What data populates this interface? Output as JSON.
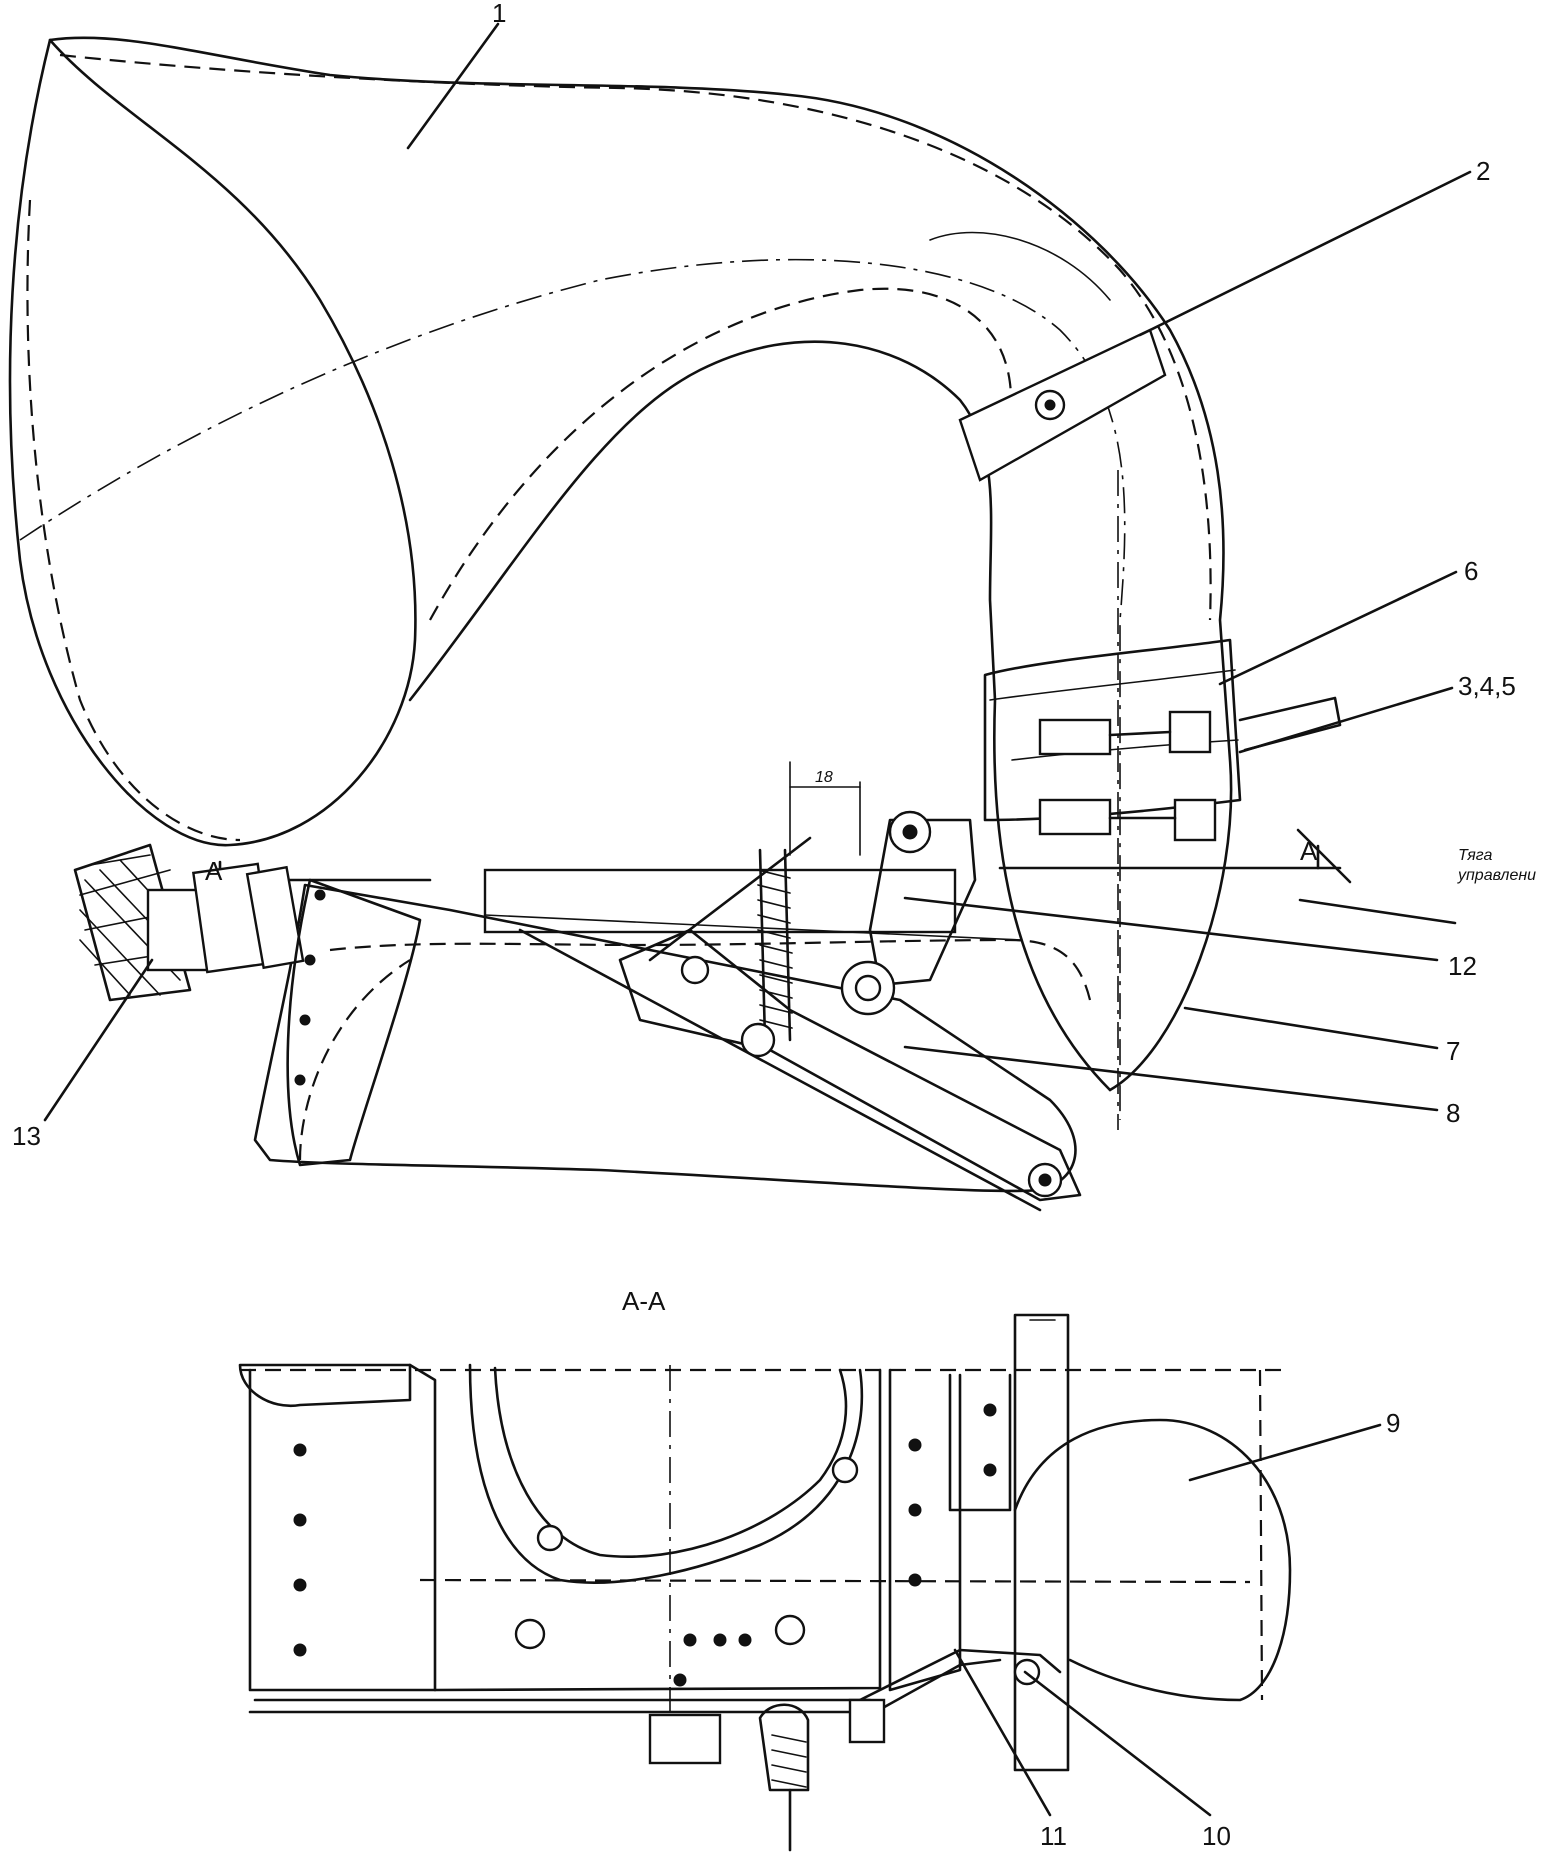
{
  "callouts": [
    {
      "id": "1",
      "text": "1"
    },
    {
      "id": "2",
      "text": "2"
    },
    {
      "id": "6",
      "text": "6"
    },
    {
      "id": "345",
      "text": "3,4,5"
    },
    {
      "id": "12",
      "text": "12"
    },
    {
      "id": "7",
      "text": "7"
    },
    {
      "id": "8",
      "text": "8"
    },
    {
      "id": "13",
      "text": "13"
    },
    {
      "id": "9",
      "text": "9"
    },
    {
      "id": "11",
      "text": "11"
    },
    {
      "id": "10",
      "text": "10"
    }
  ],
  "section_marks": {
    "left": "A",
    "right": "A"
  },
  "section_title": "A-A",
  "note_text": {
    "line1": "Тяга",
    "line2": "управлени"
  },
  "dimension_label": "18"
}
